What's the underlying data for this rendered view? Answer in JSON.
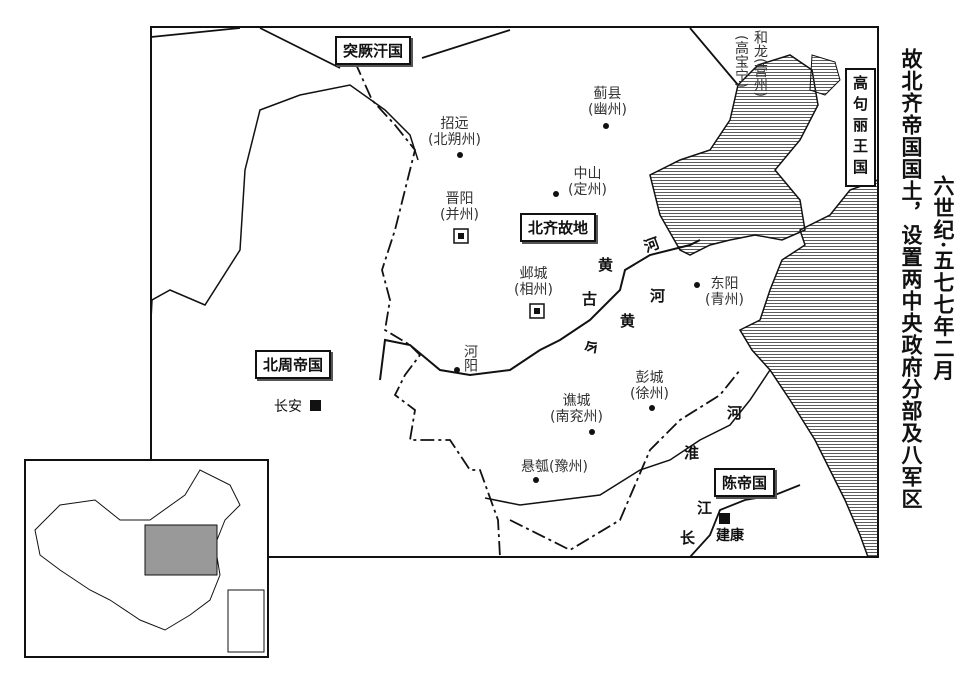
{
  "title": {
    "line1": "六世纪·五七七年二月",
    "line2": "故北齐帝国国土，设置两中央政府分部及八军区"
  },
  "states": {
    "tujue": "突厥汗国",
    "goguryeo": "高句丽王国",
    "beiqi": "北齐故地",
    "beizhou": "北周帝国",
    "chen": "陈帝国"
  },
  "places": {
    "helong": {
      "name": "和龙(营州)",
      "note": "(高宝宁)"
    },
    "jixian": {
      "name": "蓟县",
      "sub": "(幽州)"
    },
    "zhaoyuan": {
      "name": "招远",
      "sub": "(北朔州)"
    },
    "zhongshan": {
      "name": "中山",
      "sub": "(定州)"
    },
    "jinyang": {
      "name": "晋阳",
      "sub": "(并州)"
    },
    "yecheng": {
      "name": "邺城",
      "sub": "(相州)"
    },
    "dongyang": {
      "name": "东阳",
      "sub": "(青州)"
    },
    "heyang": {
      "name": "河阳"
    },
    "changan": {
      "name": "长安"
    },
    "pengcheng": {
      "name": "彭城",
      "sub": "(徐州)"
    },
    "qiaocheng": {
      "name": "谯城",
      "sub": "(南兖州)"
    },
    "xuanhu": {
      "name": "悬瓠(豫州)"
    },
    "jiankang": {
      "name": "建康"
    }
  },
  "rivers": {
    "huanghe": [
      "黄",
      "河"
    ],
    "gu_huanghe": [
      "古",
      "黄",
      "河"
    ],
    "jin": "今",
    "huaihe": [
      "淮",
      "河"
    ],
    "changjiang": [
      "长",
      "江"
    ]
  },
  "colors": {
    "ink": "#111111",
    "hatch": "#333333"
  }
}
